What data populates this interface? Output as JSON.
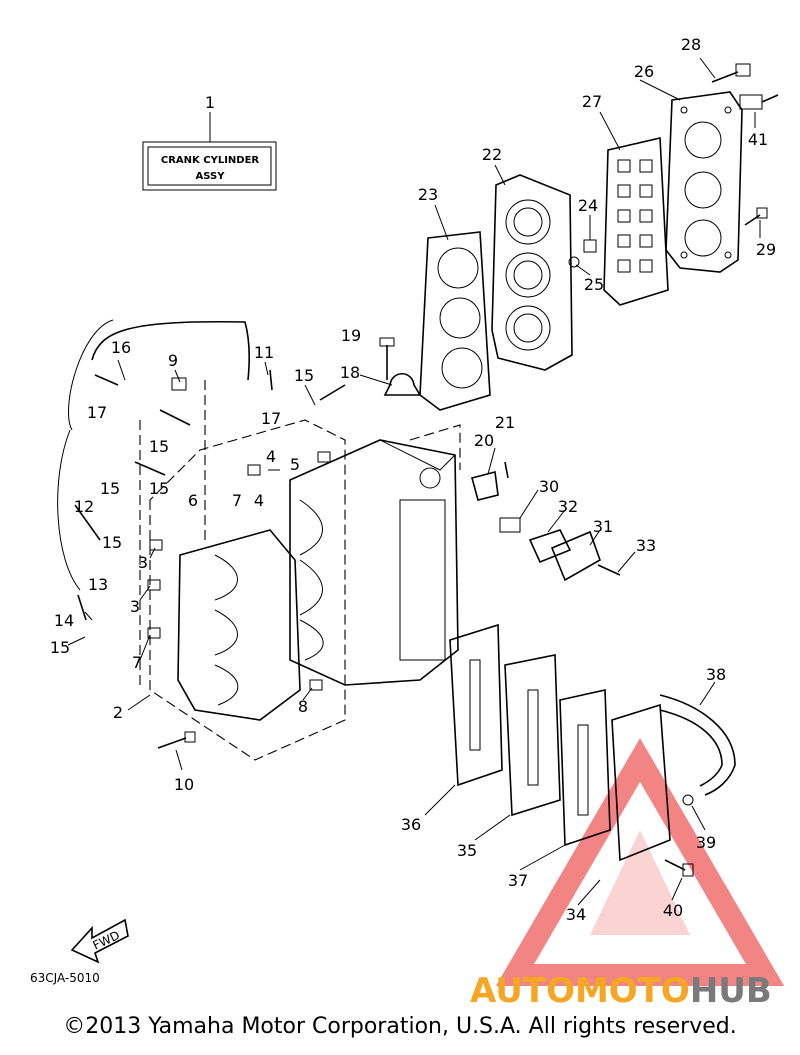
{
  "box_label": {
    "line1": "CRANK CYLINDER",
    "line2": "ASSY"
  },
  "drawing_code": "63CJA-5010",
  "fwd_label": "FWD",
  "copyright": "©2013 Yamaha Motor Corporation, U.S.A. All rights reserved.",
  "logo": {
    "part1": "AUTOMOTO",
    "part2": "HUB",
    "color1": "#f5a623",
    "color2": "#7a7a7a",
    "triangle_color": "#e8201e"
  },
  "callouts": {
    "c1": "1",
    "c2": "2",
    "c3a": "3",
    "c3b": "3",
    "c4a": "4",
    "c4b": "4",
    "c5": "5",
    "c6": "6",
    "c7a": "7",
    "c7b": "7",
    "c8": "8",
    "c9": "9",
    "c10": "10",
    "c11": "11",
    "c12": "12",
    "c13": "13",
    "c14": "14",
    "c15a": "15",
    "c15b": "15",
    "c15c": "15",
    "c15d": "15",
    "c15e": "15",
    "c15f": "15",
    "c16": "16",
    "c17a": "17",
    "c17b": "17",
    "c18": "18",
    "c19": "19",
    "c20": "20",
    "c21": "21",
    "c22": "22",
    "c23": "23",
    "c24": "24",
    "c25": "25",
    "c26": "26",
    "c27": "27",
    "c28": "28",
    "c29": "29",
    "c30": "30",
    "c31": "31",
    "c32": "32",
    "c33": "33",
    "c34": "34",
    "c35": "35",
    "c36": "36",
    "c37": "37",
    "c38": "38",
    "c39": "39",
    "c40": "40",
    "c41": "41"
  }
}
